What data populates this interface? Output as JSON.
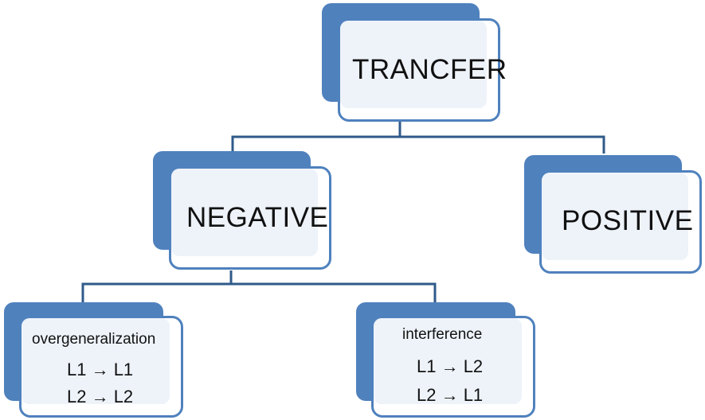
{
  "diagram": {
    "root": {
      "label": "TRANCFER"
    },
    "negative": {
      "label": "NEGATIVE"
    },
    "positive": {
      "label": "POSITIVE"
    },
    "overgeneralization": {
      "title": "overgeneralization",
      "line1": "L1 → L1",
      "line2": "L2 → L2"
    },
    "interference": {
      "title": "interference",
      "line1": "L1 → L2",
      "line2": "L2 → L1"
    }
  },
  "colors": {
    "accent": "#4f81bd",
    "connector": "#2f5a8a",
    "card_fill": "#eef3fa"
  }
}
